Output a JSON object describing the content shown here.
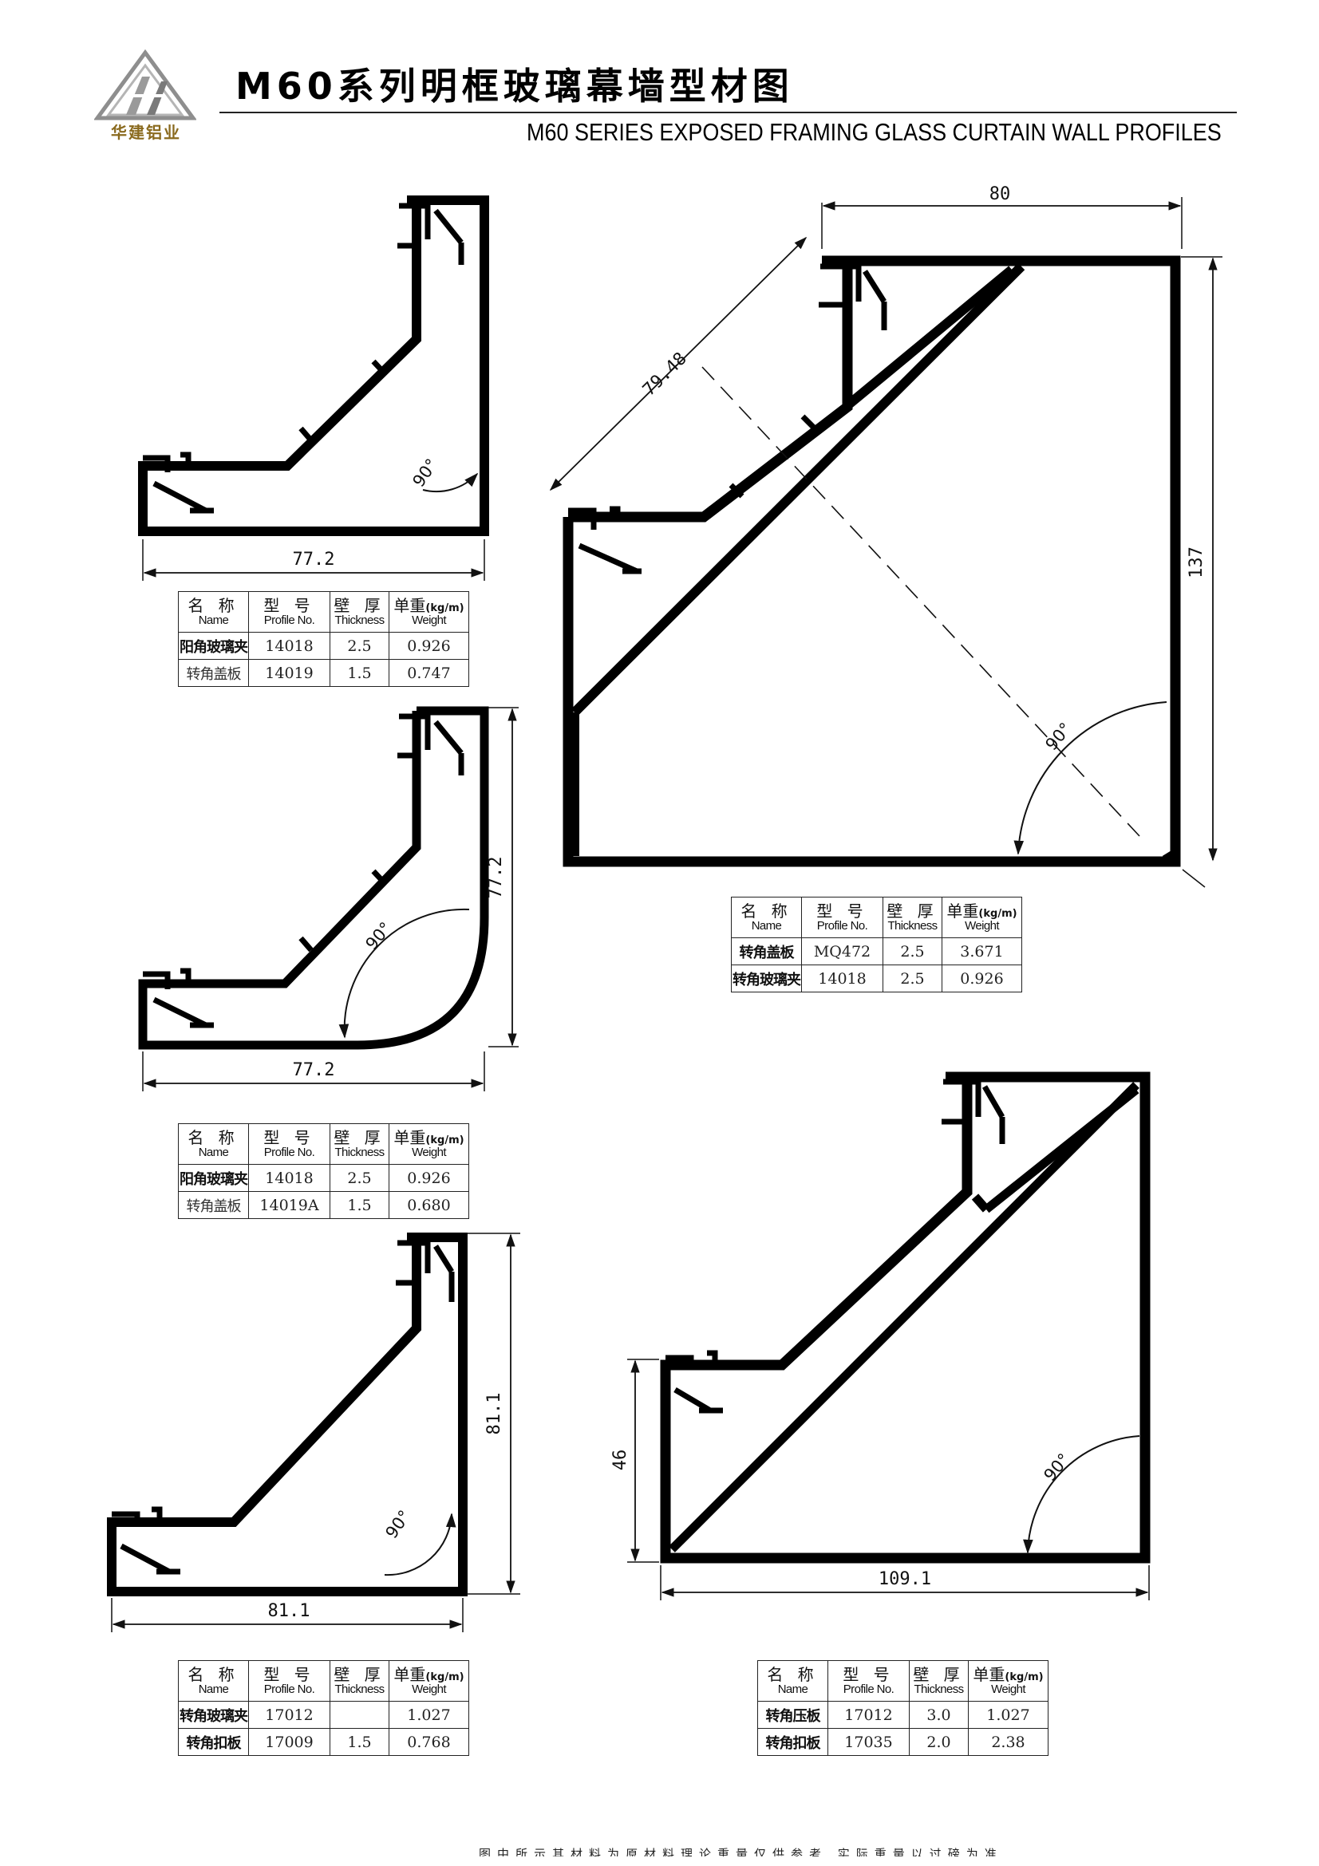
{
  "brand": {
    "logo_text": "华建铝业",
    "logo_color": "#8a6a1e"
  },
  "header": {
    "title_cn": "M60系列明框玻璃幕墙型材图",
    "title_en": "M60 SERIES EXPOSED FRAMING GLASS CURTAIN WALL PROFILES"
  },
  "table_headers": {
    "name_cn": "名 称",
    "name_en": "Name",
    "profile_cn": "型 号",
    "profile_en": "Profile No.",
    "thickness_cn": "壁 厚",
    "thickness_en": "Thickness",
    "weight_cn": "单重",
    "weight_unit": "(kg/m)",
    "weight_en": "Weight"
  },
  "profiles": [
    {
      "dims": {
        "width": "77.2",
        "angle": "90°"
      },
      "rows": [
        {
          "name": "阳角玻璃夹",
          "profile_no": "14018",
          "thickness": "2.5",
          "weight": "0.926"
        },
        {
          "name": "转角盖板",
          "profile_no": "14019",
          "thickness": "1.5",
          "weight": "0.747"
        }
      ]
    },
    {
      "dims": {
        "width": "77.2",
        "height": "77.2",
        "angle": "90°"
      },
      "rows": [
        {
          "name": "阳角玻璃夹",
          "profile_no": "14018",
          "thickness": "2.5",
          "weight": "0.926"
        },
        {
          "name": "转角盖板",
          "profile_no": "14019A",
          "thickness": "1.5",
          "weight": "0.680"
        }
      ]
    },
    {
      "dims": {
        "width": "81.1",
        "height": "81.1",
        "angle": "90°"
      },
      "rows": [
        {
          "name": "转角玻璃夹",
          "profile_no": "17012",
          "thickness": "",
          "weight": "1.027"
        },
        {
          "name": "转角扣板",
          "profile_no": "17009",
          "thickness": "1.5",
          "weight": "0.768"
        }
      ]
    },
    {
      "dims": {
        "width": "80",
        "height": "137",
        "diagonal": "79.48",
        "angle": "90°"
      },
      "rows": [
        {
          "name": "转角盖板",
          "profile_no": "MQ472",
          "thickness": "2.5",
          "weight": "3.671"
        },
        {
          "name": "转角玻璃夹",
          "profile_no": "14018",
          "thickness": "2.5",
          "weight": "0.926"
        }
      ]
    },
    {
      "dims": {
        "width": "109.1",
        "height": "46",
        "angle": "90°"
      },
      "rows": [
        {
          "name": "转角压板",
          "profile_no": "17012",
          "thickness": "3.0",
          "weight": "1.027"
        },
        {
          "name": "转角扣板",
          "profile_no": "17035",
          "thickness": "2.0",
          "weight": "2.38"
        }
      ]
    }
  ],
  "footnote": "图中所示其材料为原材料理论重量仅供参考,实际重量以过磅为准"
}
